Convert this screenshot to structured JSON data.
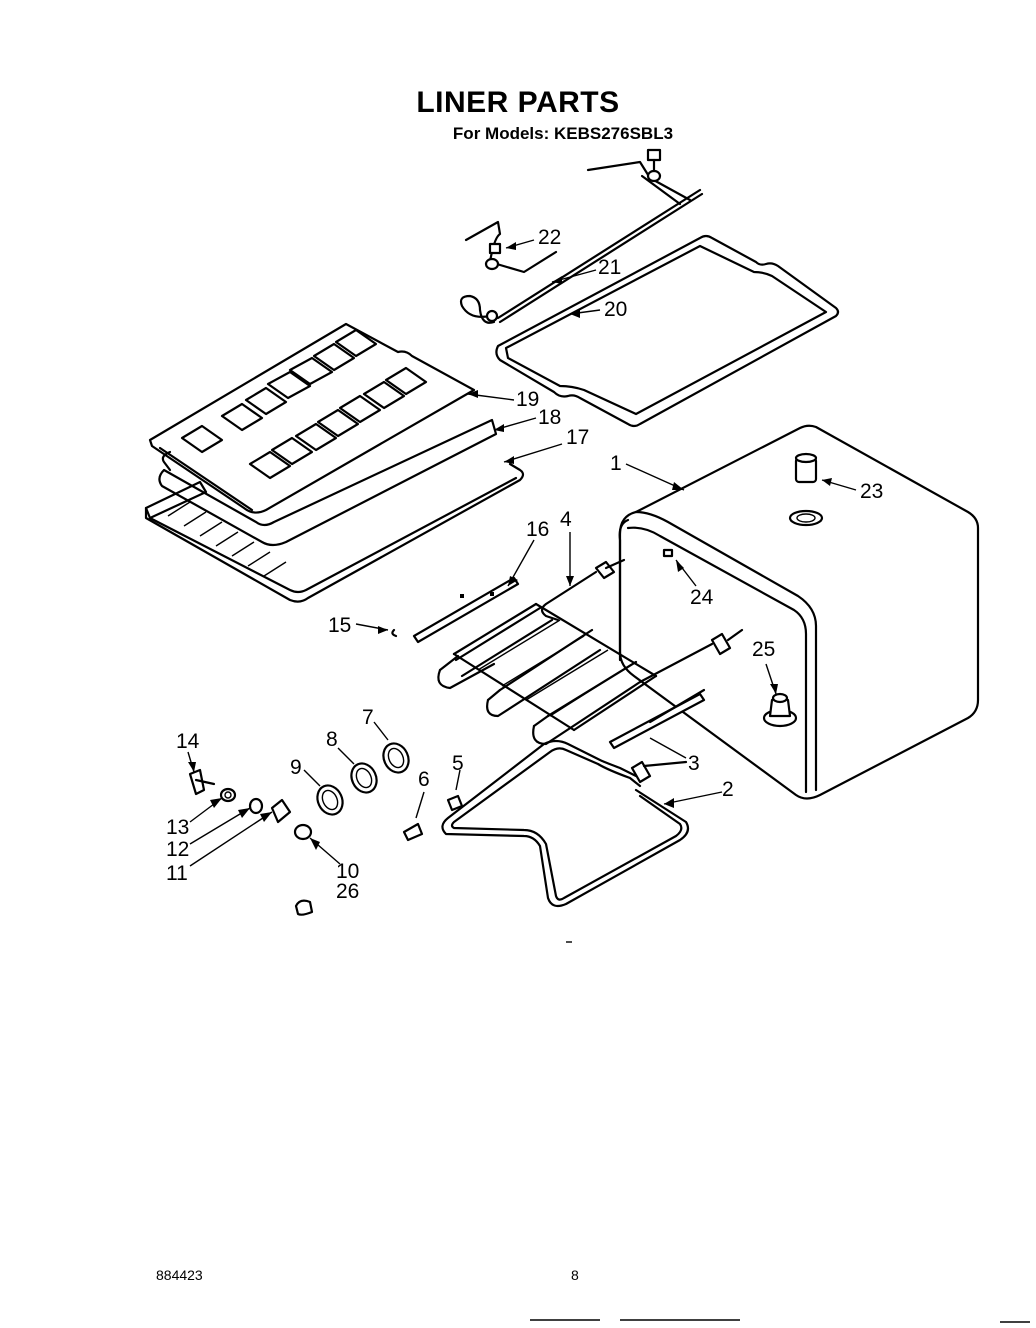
{
  "title": "LINER PARTS",
  "subtitle_prefix": "For Models:",
  "model": "KEBS276SBL3",
  "footer": {
    "code": "884423",
    "page": "8"
  },
  "callouts": [
    "1",
    "2",
    "3",
    "4",
    "5",
    "6",
    "7",
    "8",
    "9",
    "10",
    "11",
    "12",
    "13",
    "14",
    "15",
    "16",
    "17",
    "18",
    "19",
    "20",
    "21",
    "22",
    "23",
    "24",
    "25",
    "26"
  ]
}
